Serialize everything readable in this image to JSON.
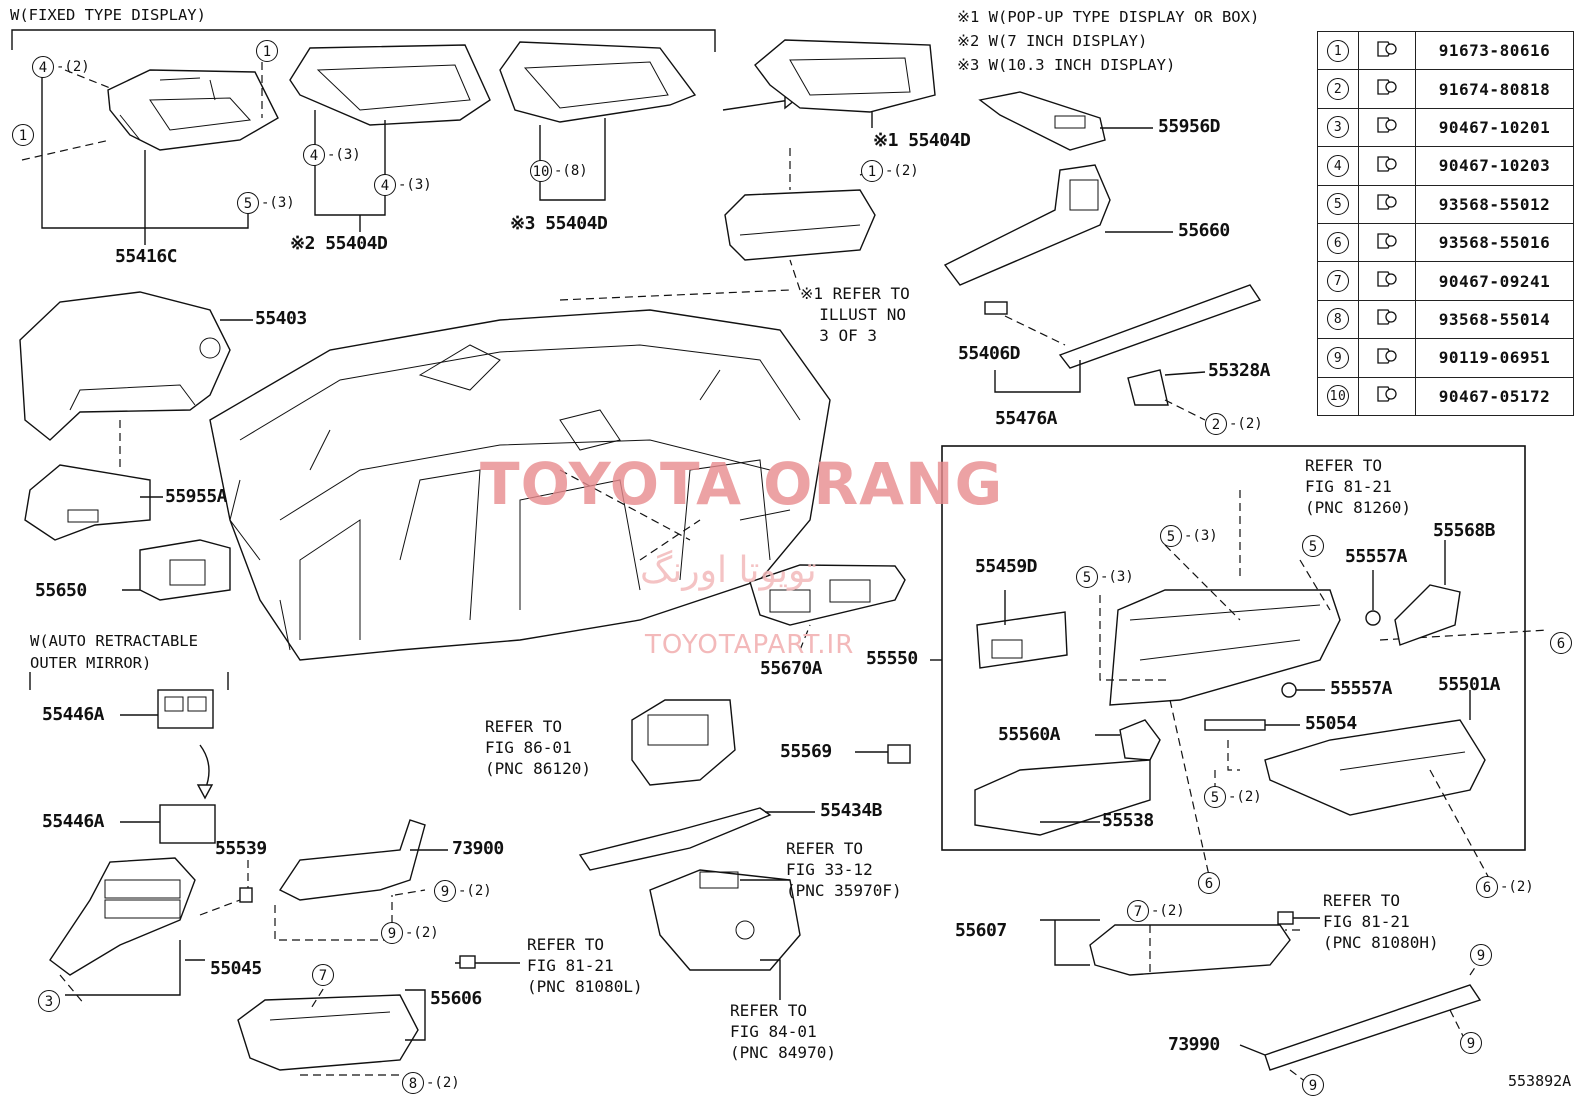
{
  "headers": {
    "fixed_display": "W(FIXED TYPE DISPLAY)",
    "auto_mirror_line1": "W(AUTO RETRACTABLE",
    "auto_mirror_line2": "OUTER MIRROR)",
    "note1": "※1 W(POP-UP TYPE DISPLAY OR BOX)",
    "note2": "※2 W(7 INCH DISPLAY)",
    "note3": "※3 W(10.3 INCH DISPLAY)"
  },
  "parts": {
    "p55416C": "55416C",
    "p55404D_2": "※2 55404D",
    "p55404D_3": "※3 55404D",
    "p55404D_1": "※1 55404D",
    "p55956D": "55956D",
    "p55660": "55660",
    "p55403": "55403",
    "p55406D": "55406D",
    "p55476A": "55476A",
    "p55328A": "55328A",
    "p55955A": "55955A",
    "p55650": "55650",
    "p55446A_a": "55446A",
    "p55446A_b": "55446A",
    "p55539": "55539",
    "p73900": "73900",
    "p55045": "55045",
    "p55606": "55606",
    "p55670A": "55670A",
    "p55569": "55569",
    "p55434B": "55434B",
    "p55459D": "55459D",
    "p55550": "55550",
    "p55557A_a": "55557A",
    "p55557A_b": "55557A",
    "p55568B": "55568B",
    "p55501A": "55501A",
    "p55560A": "55560A",
    "p55054": "55054",
    "p55538": "55538",
    "p55607": "55607",
    "p73990": "73990"
  },
  "refs": {
    "illust": "※1 REFER TO\n  ILLUST NO\n  3 OF 3",
    "fig86": "REFER TO\nFIG 86-01\n(PNC 86120)",
    "fig33": "REFER TO\nFIG 33-12\n(PNC 35970F)",
    "fig84": "REFER TO\nFIG 84-01\n(PNC 84970)",
    "fig81_L": "REFER TO\nFIG 81-21\n(PNC 81080L)",
    "fig81_81260": "REFER TO\nFIG 81-21\n(PNC 81260)",
    "fig81_H": "REFER TO\nFIG 81-21\n(PNC 81080H)"
  },
  "callouts": [
    {
      "num": "4",
      "qty": "-(2)"
    },
    {
      "num": "1",
      "qty": ""
    },
    {
      "num": "1",
      "qty": ""
    },
    {
      "num": "5",
      "qty": "-(3)"
    },
    {
      "num": "4",
      "qty": "-(3)"
    },
    {
      "num": "4",
      "qty": "-(3)"
    },
    {
      "num": "10",
      "qty": "-(8)"
    },
    {
      "num": "1",
      "qty": "-(2)"
    },
    {
      "num": "2",
      "qty": "-(2)"
    },
    {
      "num": "5",
      "qty": "-(3)"
    },
    {
      "num": "5",
      "qty": ""
    },
    {
      "num": "5",
      "qty": "-(3)"
    },
    {
      "num": "6",
      "qty": ""
    },
    {
      "num": "5",
      "qty": "-(2)"
    },
    {
      "num": "6",
      "qty": ""
    },
    {
      "num": "6",
      "qty": "-(2)"
    },
    {
      "num": "9",
      "qty": "-(2)"
    },
    {
      "num": "9",
      "qty": "-(2)"
    },
    {
      "num": "3",
      "qty": ""
    },
    {
      "num": "7",
      "qty": ""
    },
    {
      "num": "8",
      "qty": "-(2)"
    },
    {
      "num": "7",
      "qty": "-(2)"
    },
    {
      "num": "9",
      "qty": ""
    },
    {
      "num": "9",
      "qty": ""
    },
    {
      "num": "9",
      "qty": ""
    }
  ],
  "legend": [
    {
      "num": "1",
      "part": "91673-80616"
    },
    {
      "num": "2",
      "part": "91674-80818"
    },
    {
      "num": "3",
      "part": "90467-10201"
    },
    {
      "num": "4",
      "part": "90467-10203"
    },
    {
      "num": "5",
      "part": "93568-55012"
    },
    {
      "num": "6",
      "part": "93568-55016"
    },
    {
      "num": "7",
      "part": "90467-09241"
    },
    {
      "num": "8",
      "part": "93568-55014"
    },
    {
      "num": "9",
      "part": "90119-06951"
    },
    {
      "num": "10",
      "part": "90467-05172"
    }
  ],
  "watermark": {
    "main": "TOYOTA ORANG",
    "farsi": "تویوتا اورنگ",
    "url": "TOYOTAPART.IR"
  },
  "figure_code": "553892A"
}
